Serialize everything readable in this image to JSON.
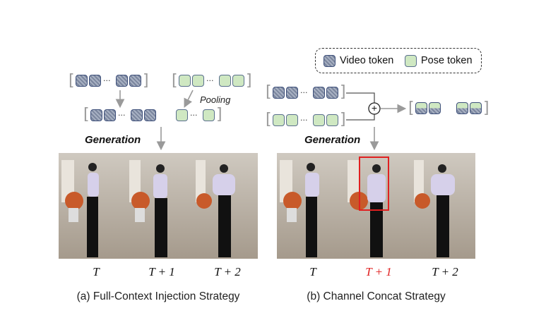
{
  "legend": {
    "video_label": "Video token",
    "pose_label": "Pose token"
  },
  "left": {
    "pooling_label": "Pooling",
    "generation_label": "Generation",
    "time_labels": [
      "T",
      "T + 1",
      "T + 2"
    ],
    "caption": "(a) Full-Context Injection Strategy"
  },
  "right": {
    "generation_label": "Generation",
    "time_labels": [
      "T",
      "T + 1",
      "T + 2"
    ],
    "caption": "(b) Channel Concat Strategy",
    "highlight_color": "#e02020"
  },
  "dots": "···",
  "plus": "+"
}
